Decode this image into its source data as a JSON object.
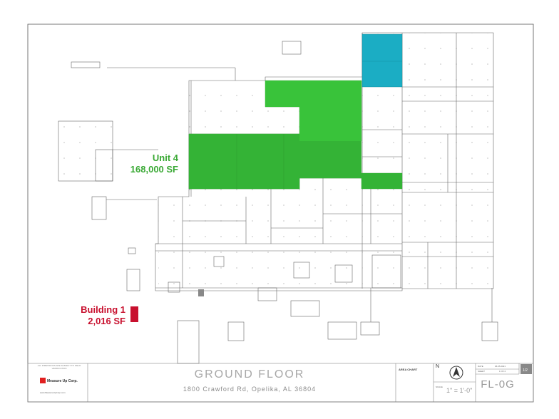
{
  "labels": {
    "unit": {
      "name": "Unit 4",
      "area": "168,000 SF",
      "color": "#3aa935"
    },
    "building": {
      "name": "Building 1",
      "area": "2,016 SF",
      "color": "#c8102e"
    }
  },
  "highlight_colors": {
    "unit": "#39c33a",
    "unit_dark": "#34b336",
    "teal": "#1badc4",
    "building": "#c8102e"
  },
  "title_block": {
    "disclaimer": "ALL DIMENSIONS ARE SUBJECT TO FIELD VERIFICATION",
    "company": "Measure Up Corp.",
    "website": "www.MeasureUpCorp.com",
    "floor_title": "GROUND FLOOR",
    "address": "1800 Crawford Rd, Opelika, AL 36804",
    "area_chart": "AREA CHART",
    "north": "N",
    "scale_label": "SCALE",
    "scale_value": "1\" = 1'-0\"",
    "date_label": "DATE",
    "date_value": "06.05.2021",
    "sheet_label": "SHEET",
    "sheet_value": "1 OF 2",
    "sheet_id": "FL-0G",
    "rev_value": "1/2"
  },
  "icons": [
    "north-arrow-icon",
    "company-logo-icon"
  ]
}
